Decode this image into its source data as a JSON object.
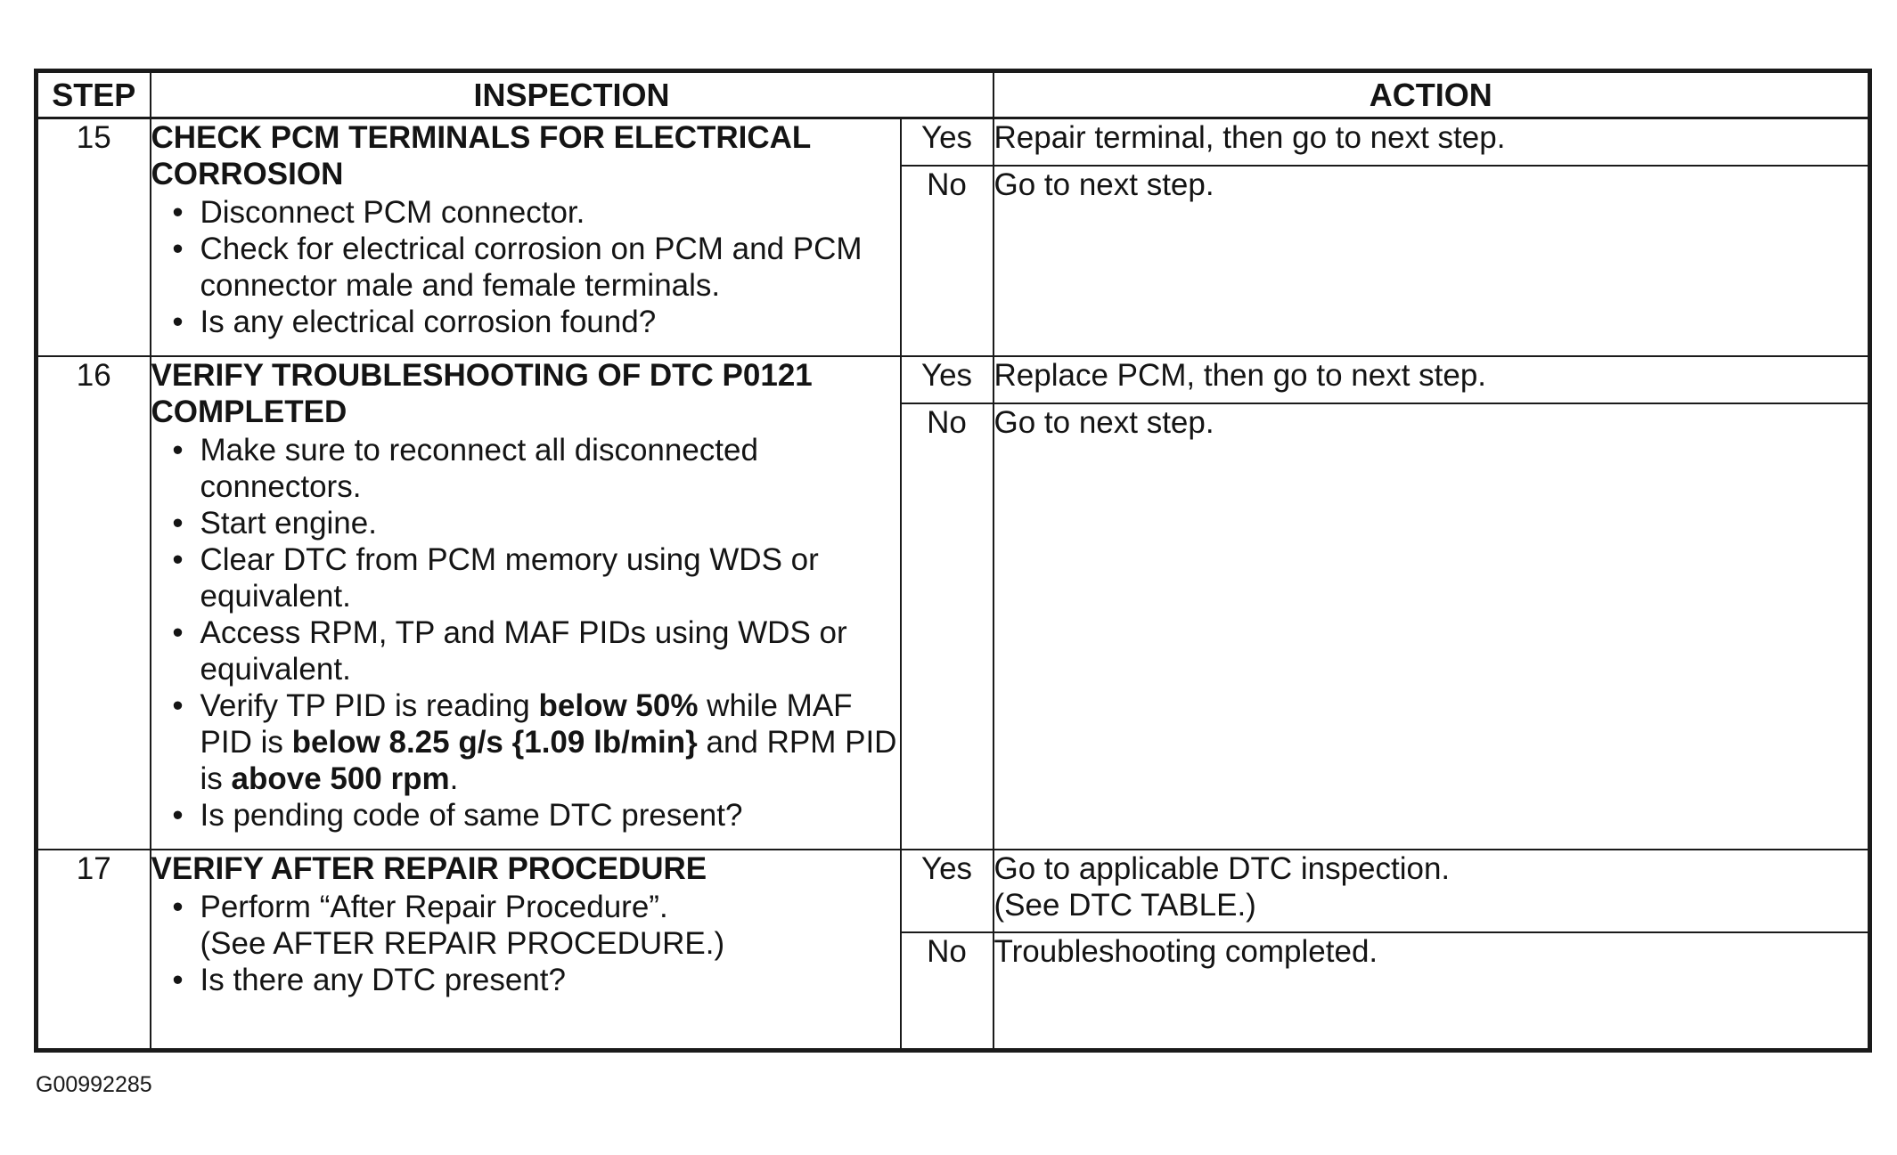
{
  "table": {
    "headers": {
      "step": "STEP",
      "inspection": "INSPECTION",
      "action": "ACTION"
    },
    "rows": [
      {
        "step": "15",
        "heading": "CHECK PCM TERMINALS FOR ELECTRICAL CORROSION",
        "bullets": [
          "Disconnect PCM connector.",
          "Check for electrical corrosion on PCM and PCM connector male and female terminals.",
          "Is any electrical corrosion found?"
        ],
        "yes_label": "Yes",
        "yes_action": "Repair terminal, then go to next step.",
        "no_label": "No",
        "no_action": "Go to next step."
      },
      {
        "step": "16",
        "heading": "VERIFY TROUBLESHOOTING OF DTC P0121 COMPLETED",
        "bullets": [
          "Make sure to reconnect all disconnected connectors.",
          "Start engine.",
          "Clear DTC from PCM memory using WDS or equivalent.",
          "Access RPM, TP and MAF PIDs using WDS or equivalent."
        ],
        "verify": {
          "p1": "Verify TP PID is reading ",
          "b1": "below 50%",
          "p2": " while MAF PID is ",
          "b2": "below 8.25 g/s {1.09 lb/min}",
          "p3": " and RPM PID is ",
          "b3": "above 500 rpm",
          "p4": "."
        },
        "last_bullet": "Is pending code of same DTC present?",
        "yes_label": "Yes",
        "yes_action": "Replace PCM, then go to next step.",
        "no_label": "No",
        "no_action": "Go to next step."
      },
      {
        "step": "17",
        "heading": "VERIFY AFTER REPAIR PROCEDURE",
        "bullet1": "Perform “After Repair Procedure”.",
        "bullet1_ref": "(See AFTER REPAIR PROCEDURE.)",
        "bullet2": "Is there any DTC present?",
        "yes_label": "Yes",
        "yes_action": "Go to applicable DTC inspection.",
        "yes_action_ref": "(See DTC TABLE.)",
        "no_label": "No",
        "no_action": "Troubleshooting completed."
      }
    ]
  },
  "figure_id": "G00992285",
  "bullet_glyph": "•"
}
